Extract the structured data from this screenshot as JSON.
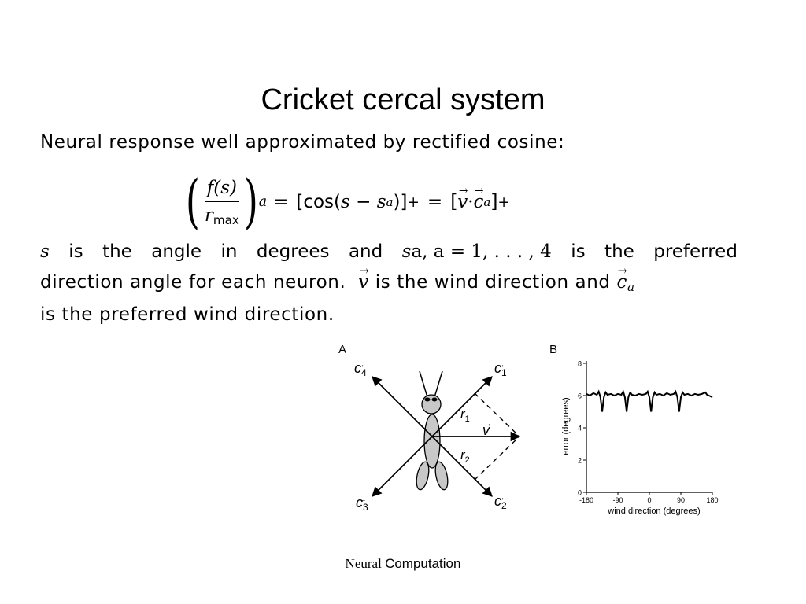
{
  "slide": {
    "title": "Cricket cercal system",
    "intro": "Neural response well approximated by rectified cosine:",
    "equation": {
      "numerator": "f(s)",
      "denominator_var": "r",
      "denominator_sub": "max",
      "outer_sub": "a",
      "rhs1_func": "[cos(",
      "rhs1_arg": "s − s",
      "rhs1_arg_sub": "a",
      "rhs1_close": ")]",
      "plus": "+",
      "equals": "=",
      "rhs2_open": "[",
      "rhs2_v": "v",
      "rhs2_dot": " · ",
      "rhs2_c": "c",
      "rhs2_c_sub": "a",
      "rhs2_close": "]"
    },
    "description": {
      "line1_words": [
        "s",
        "is",
        "the",
        "angle",
        "in",
        "degrees",
        "and",
        "s",
        "a, a = 1, . . . , 4",
        "is",
        "the",
        "preferred"
      ],
      "line2_text": "direction angle for each neuron.",
      "line2_v": "v",
      "line2_mid": "is the wind direction and",
      "line2_c": "c",
      "line2_c_sub": "a",
      "line3_text": "is the preferred wind direction."
    },
    "footer": {
      "part1": "Neural",
      "part2": "Computation"
    }
  },
  "figure_a": {
    "panel_label": "A",
    "labels": {
      "c1": "c",
      "c1_sub": "1",
      "c2": "c",
      "c2_sub": "2",
      "c3": "c",
      "c3_sub": "3",
      "c4": "c",
      "c4_sub": "4",
      "v": "v",
      "r1": "r",
      "r1_sub": "1",
      "r2": "r",
      "r2_sub": "2"
    },
    "colors": {
      "body": "#c8c8c8",
      "stroke": "#000000"
    }
  },
  "chart_data": {
    "type": "line",
    "panel_label": "B",
    "xlabel": "wind direction (degrees)",
    "ylabel": "error (degrees)",
    "xlim": [
      -180,
      180
    ],
    "ylim": [
      0,
      8
    ],
    "xticks": [
      -180,
      -90,
      0,
      90,
      180
    ],
    "yticks": [
      0,
      2,
      4,
      6,
      8
    ],
    "grid": false,
    "series": [
      {
        "x": [
          -180,
          -170,
          -160,
          -150,
          -145,
          -140,
          -135,
          -130,
          -125,
          -120,
          -110,
          -100,
          -90,
          -80,
          -75,
          -70,
          -65,
          -60,
          -55,
          -50,
          -40,
          -30,
          -20,
          -10,
          -5,
          0,
          5,
          10,
          15,
          20,
          30,
          40,
          50,
          60,
          70,
          75,
          80,
          85,
          90,
          95,
          100,
          110,
          120,
          130,
          140,
          150,
          160,
          165,
          170,
          175,
          180
        ],
        "y": [
          6.1,
          6.0,
          6.15,
          6.05,
          6.25,
          5.9,
          5.0,
          5.9,
          6.2,
          6.05,
          6.1,
          6.0,
          6.1,
          6.05,
          6.25,
          5.9,
          5.0,
          5.9,
          6.2,
          6.05,
          6.0,
          6.1,
          6.05,
          6.1,
          6.25,
          5.9,
          5.0,
          5.9,
          6.2,
          6.05,
          6.1,
          6.0,
          6.15,
          6.05,
          6.1,
          6.25,
          5.9,
          5.0,
          5.9,
          6.2,
          6.05,
          6.1,
          6.0,
          6.1,
          6.05,
          6.1,
          6.2,
          6.05,
          6.0,
          5.95,
          5.9
        ]
      }
    ]
  }
}
